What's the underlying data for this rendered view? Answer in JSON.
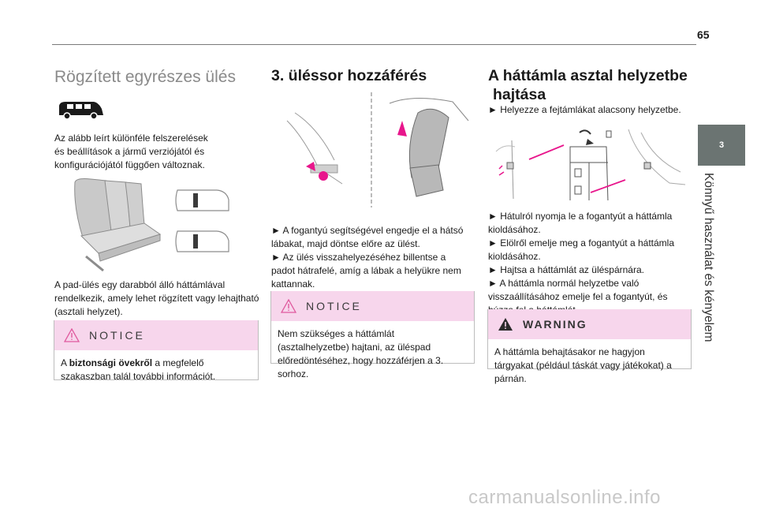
{
  "page": {
    "number": "65"
  },
  "side": {
    "tab_number": "3",
    "chapter_title": "Könnyű használat és kényelem"
  },
  "col1": {
    "title": "Rögzített egyrészes ülés",
    "intro": "Az alább leírt különféle felszerelések és beállítások a jármű verziójától és konfigurációjától függően változnak.",
    "body": "A pad-ülés egy darabból álló háttámlával rendelkezik, amely lehet rögzített vagy lehajtható (asztali helyzet).",
    "notice": {
      "heading": "NOTICE",
      "bold": "biztonsági övekről",
      "before": "A ",
      "after": " a megfelelő szakaszban talál további információt."
    }
  },
  "col2": {
    "title": "3. üléssor hozzáférés",
    "step1": "► A fogantyú segítségével engedje el a hátsó lábakat, majd döntse előre az ülést.",
    "step2": "► Az ülés visszahelyezéséhez billentse a padot hátrafelé, amíg a lábak a helyükre nem kattannak.",
    "notice": {
      "heading": "NOTICE",
      "text": "Nem szükséges a háttámlát (asztalhelyzetbe) hajtani, az üléspad előredöntéséhez, hogy hozzáférjen a 3. sorhoz."
    }
  },
  "col3": {
    "title_line1": "A háttámla asztal helyzetbe",
    "title_line2": "hajtása",
    "step0": "► Helyezze a fejtámlákat alacsony helyzetbe.",
    "step1": "► Hátulról nyomja le a fogantyút a háttámla kioldásához.",
    "step2": "► Elölről emelje meg a fogantyút a háttámla kioldásához.",
    "step3": "► Hajtsa a háttámlát az üléspárnára.",
    "step4": "► A háttámla normál helyzetbe való visszaállításához emelje fel a fogantyút, és húzza fel a háttámlát.",
    "warning": {
      "heading": "WARNING",
      "text": "A háttámla behajtásakor ne hagyjon tárgyakat (például táskát vagy játékokat) a párnán."
    }
  },
  "watermark": "carmanualsonline.info",
  "colors": {
    "accent_pink": "#f7d6ec",
    "tab_gray": "#6b7472",
    "arrow_magenta": "#e8168c"
  }
}
